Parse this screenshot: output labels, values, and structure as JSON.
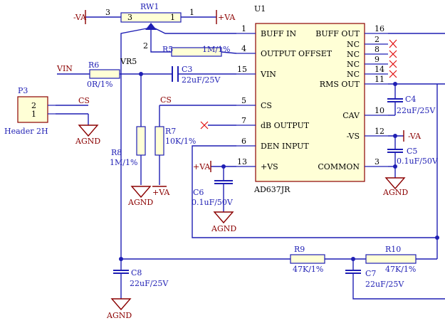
{
  "u1": {
    "ref": "U1",
    "part": "AD637JR",
    "pins_left": [
      {
        "num": "1",
        "name": "BUFF IN"
      },
      {
        "num": "4",
        "name": "OUTPUT OFFSET"
      },
      {
        "num": "15",
        "name": "VIN"
      },
      {
        "num": "5",
        "name": "CS"
      },
      {
        "num": "7",
        "name": "dB OUTPUT"
      },
      {
        "num": "6",
        "name": "DEN INPUT"
      },
      {
        "num": "13",
        "name": "+VS"
      }
    ],
    "pins_right": [
      {
        "num": "16",
        "name": "BUFF OUT"
      },
      {
        "num": "2",
        "name": "NC"
      },
      {
        "num": "8",
        "name": "NC"
      },
      {
        "num": "9",
        "name": "NC"
      },
      {
        "num": "14",
        "name": "NC"
      },
      {
        "num": "11",
        "name": "RMS OUT"
      },
      {
        "num": "10",
        "name": "CAV"
      },
      {
        "num": "12",
        "name": "-VS"
      },
      {
        "num": "3",
        "name": "COMMON"
      }
    ]
  },
  "rw1": {
    "ref": "RW1",
    "pin3": "3",
    "pin1": "1",
    "pin2": "2",
    "left_pin": "3",
    "right_pin": "1"
  },
  "components": {
    "r5": {
      "ref": "R5",
      "value": "1M/1%"
    },
    "r6": {
      "ref": "R6",
      "value": "0R/1%"
    },
    "r7": {
      "ref": "R7",
      "value": "10K/1%"
    },
    "r8": {
      "ref": "R8",
      "value": "1M/1%"
    },
    "r9": {
      "ref": "R9",
      "value": "47K/1%"
    },
    "r10": {
      "ref": "R10",
      "value": "47K/1%"
    },
    "c3": {
      "ref": "C3",
      "value": "22uF/25V"
    },
    "c4": {
      "ref": "C4",
      "value": "22uF/25V"
    },
    "c5": {
      "ref": "C5",
      "value": "0.1uF/50V"
    },
    "c6": {
      "ref": "C6",
      "value": "0.1uF/50V"
    },
    "c7": {
      "ref": "C7",
      "value": "22uF/25V"
    },
    "c8": {
      "ref": "C8",
      "value": "22uF/25V"
    }
  },
  "header": {
    "ref": "P3",
    "name": "Header 2H",
    "pin2": "2",
    "pin1": "1"
  },
  "nets": {
    "neg_va": "-VA",
    "pos_va": "+VA",
    "vin": "VIN",
    "vr5": "VR5",
    "cs": "CS",
    "agnd": "AGND"
  }
}
